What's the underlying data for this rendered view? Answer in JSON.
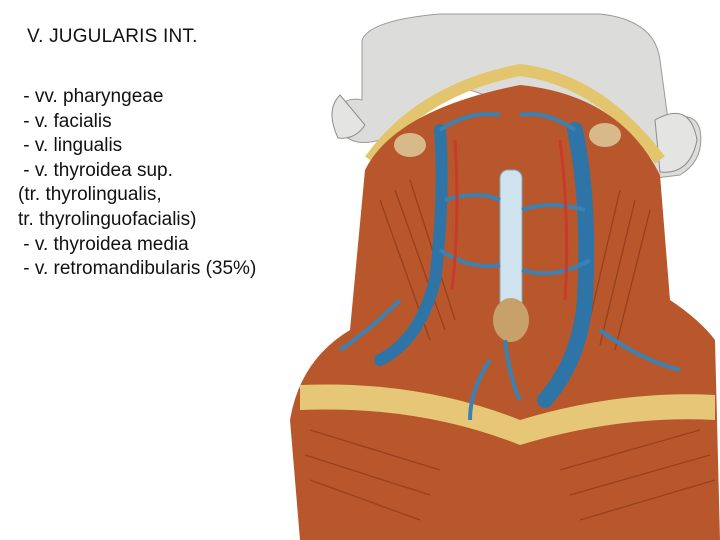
{
  "slide": {
    "title": "V. JUGULARIS INT.",
    "lines": [
      " - vv. pharyngeae",
      " - v. facialis",
      " - v. lingualis",
      " - v. thyroidea sup.",
      "(tr. thyrolingualis,",
      "tr. thyrolinguofacialis)",
      " - v. thyroidea media",
      " - v. retromandibularis (35%)"
    ]
  },
  "colors": {
    "muscle": "#b8552a",
    "muscle_dark": "#8e3a1a",
    "vein": "#2f74a6",
    "fat": "#e9cf84",
    "skin": "#d8d8d6",
    "artery": "#c83a2a"
  }
}
